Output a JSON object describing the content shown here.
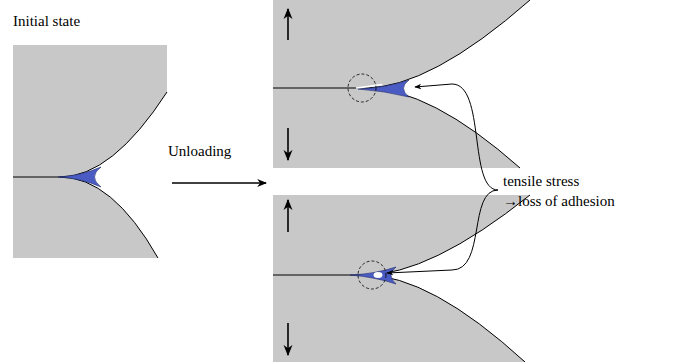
{
  "diagram": {
    "labels": [
      "Initial state",
      "Unloading",
      "tensile stress →loss of adhesion"
    ]
  }
}
